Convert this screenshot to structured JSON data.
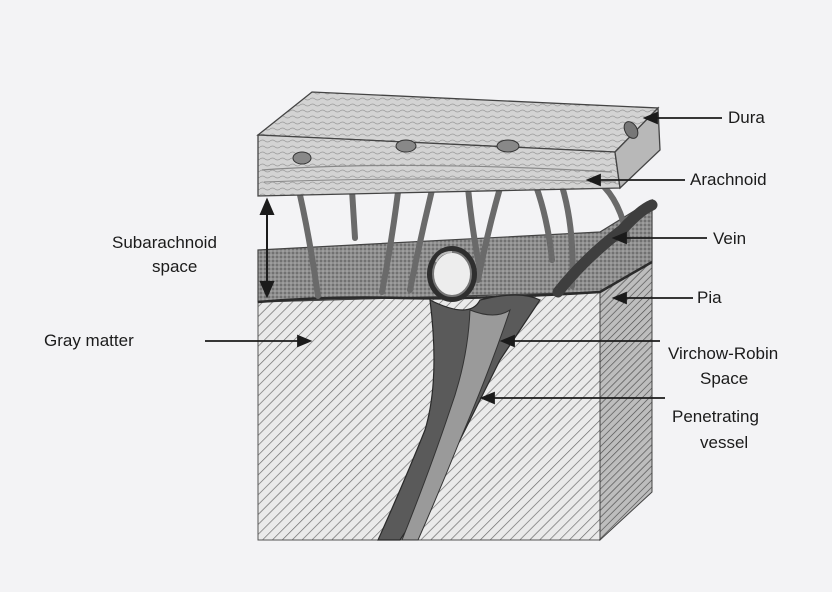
{
  "labels": {
    "dura": "Dura",
    "arachnoid": "Arachnoid",
    "vein": "Vein",
    "subarachnoid_line1": "Subarachnoid",
    "subarachnoid_line2": "space",
    "pia": "Pia",
    "gray_matter": "Gray matter",
    "virchow_line1": "Virchow-Robin",
    "virchow_line2": "Space",
    "penetrating_line1": "Penetrating",
    "penetrating_line2": "vessel"
  },
  "colors": {
    "background": "#f3f3f5",
    "ink": "#1b1b1b",
    "dura_fill": "#cfcfcf",
    "tissue_fill": "#e6e6e6",
    "vessel_dark": "#4a4a4a"
  }
}
